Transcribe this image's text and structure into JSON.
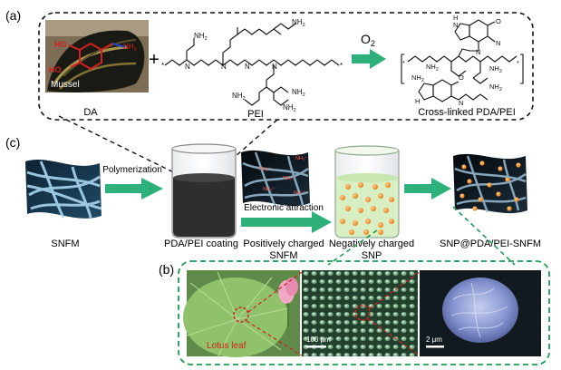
{
  "panels": {
    "a": "(a)",
    "b": "(b)",
    "c": "(c)"
  },
  "panel_a": {
    "mussel_label": "Mussel",
    "da_label": "DA",
    "plus": "+",
    "pei_label": "PEI",
    "oxidant": "O",
    "oxidant_sub": "2",
    "product_label": "Cross-linked PDA/PEI",
    "groups": {
      "ho": "HO",
      "nh2": "NH",
      "nh2_sub": "2",
      "h": "H",
      "n": "N",
      "o": "O",
      "star": "*"
    }
  },
  "panel_c": {
    "arrow1_label": "Polymerization",
    "arrow2_label": "Electronic attraction",
    "snfm_label": "SNFM",
    "coating_label": "PDA/PEI coating",
    "positive_line1": "Positively charged",
    "positive_line2": "SNFM",
    "negative_line1": "Negatively charged",
    "negative_line2": "SNP",
    "final_label": "SNP@PDA/PEI-SNFM",
    "charge_tag": "NH₃⁺"
  },
  "panel_b": {
    "lotus_label": "Lotus leaf",
    "scale1": "100 μm",
    "scale2": "2 μm"
  },
  "colors": {
    "arrow_green": "#2db07a",
    "dashed_green": "#1a9e52",
    "dashed_black": "#111111",
    "red_label": "#d42020",
    "particle_orange": "#f0871e",
    "solution_green": "#d8efc4",
    "fiber_blue": "#8cc4e0",
    "coating_dark": "#2e2e2e"
  }
}
